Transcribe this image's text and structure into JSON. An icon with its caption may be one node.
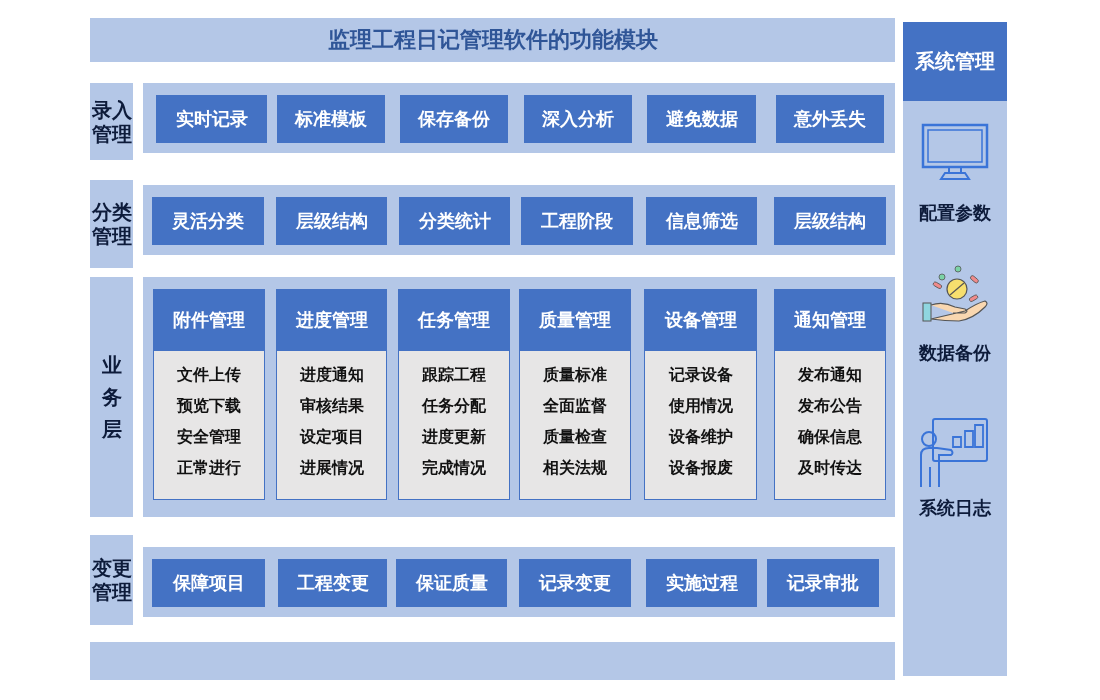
{
  "diagram": {
    "nodes": [
      {
        "text": [
          "监理工程日记管理软件的功能模块"
        ]
      },
      {
        "text": [
          "录入管理"
        ]
      },
      {
        "text": [],
        "shape": "box"
      },
      {
        "text": [
          "实时记录"
        ],
        "in": 2
      },
      {
        "text": [
          "标准模板"
        ],
        "in": 2
      },
      {
        "text": [
          "保存备份"
        ],
        "in": 2
      },
      {
        "text": [
          "深入分析"
        ],
        "in": 2
      },
      {
        "text": [
          "避免数据"
        ],
        "in": 2
      },
      {
        "text": [
          "意外丢失"
        ],
        "in": 2
      },
      {
        "text": [
          "分类管理"
        ]
      },
      {
        "text": [],
        "shape": "box"
      },
      {
        "text": [
          "灵活分类"
        ],
        "in": 10
      },
      {
        "text": [
          "层级结构"
        ],
        "in": 10
      },
      {
        "text": [
          "分类统计"
        ],
        "in": 10
      },
      {
        "text": [
          "工程阶段"
        ],
        "in": 10
      },
      {
        "text": [
          "信息筛选"
        ],
        "in": 10
      },
      {
        "text": [
          "层级结构"
        ],
        "in": 10
      },
      {
        "text": [
          "业务层"
        ]
      },
      {
        "text": [],
        "shape": "box"
      },
      {
        "text": [
          "附件管理",
          "文件上传",
          "预览下载",
          "安全管理",
          "正常进行"
        ],
        "in": 18
      },
      {
        "text": [
          "进度管理",
          "进度通知",
          "审核结果",
          "设定项目",
          "进展情况"
        ],
        "in": 18
      },
      {
        "text": [
          "任务管理",
          "跟踪工程",
          "任务分配",
          "进度更新",
          "完成情况"
        ],
        "in": 18
      },
      {
        "text": [
          "质量管理",
          "质量标准",
          "全面监督",
          "质量检查",
          "相关法规"
        ],
        "in": 18
      },
      {
        "text": [
          "设备管理",
          "记录设备",
          "使用情况",
          "设备维护",
          "设备报废"
        ],
        "in": 18
      },
      {
        "text": [
          "通知管理",
          "发布通知",
          "发布公告",
          "确保信息",
          "及时传达"
        ],
        "in": 18
      },
      {
        "text": [
          "变更管理"
        ]
      },
      {
        "text": [],
        "shape": "box"
      },
      {
        "text": [
          "保障项目"
        ],
        "in": 26
      },
      {
        "text": [
          "工程变更"
        ],
        "in": 26
      },
      {
        "text": [
          "保证质量"
        ],
        "in": 26
      },
      {
        "text": [
          "记录变更"
        ],
        "in": 26
      },
      {
        "text": [
          "实施过程"
        ],
        "in": 26
      },
      {
        "text": [
          "记录审批"
        ],
        "in": 26
      },
      {
        "text": [],
        "shape": "box"
      },
      {
        "text": [
          "系统管理"
        ]
      },
      {
        "text": [
          "配置参数"
        ],
        "in": 34
      },
      {
        "text": [
          "数据备份"
        ],
        "in": 34
      },
      {
        "text": [
          "系统日志"
        ],
        "in": 34
      }
    ]
  }
}
